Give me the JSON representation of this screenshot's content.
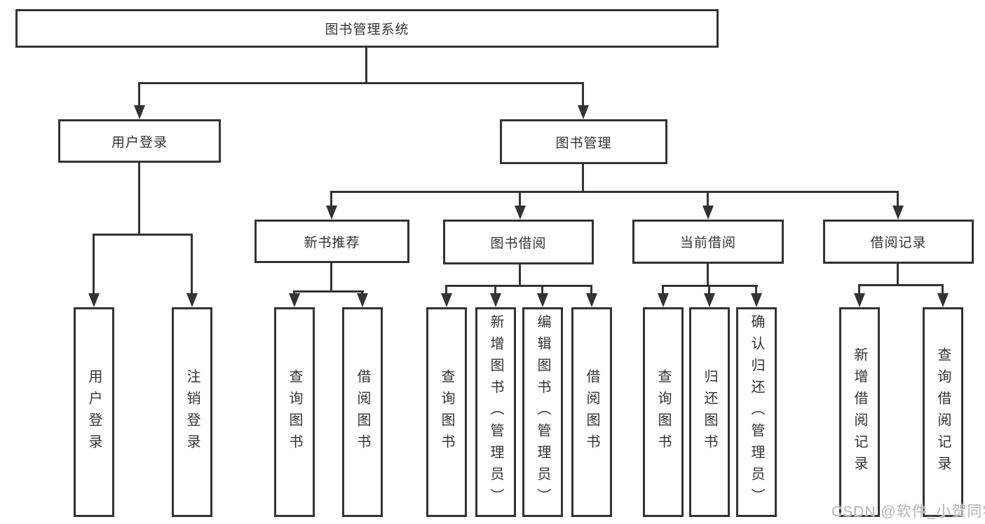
{
  "title": "图书管理系统",
  "tree": {
    "label": "图书管理系统",
    "children": [
      {
        "label": "用户登录",
        "children": [
          {
            "label": "用户登录"
          },
          {
            "label": "注销登录"
          }
        ]
      },
      {
        "label": "图书管理",
        "children": [
          {
            "label": "新书推荐",
            "children": [
              {
                "label": "查询图书"
              },
              {
                "label": "借阅图书"
              }
            ]
          },
          {
            "label": "图书借阅",
            "children": [
              {
                "label": "查询图书"
              },
              {
                "label": "新增图书（管理员）"
              },
              {
                "label": "编辑图书（管理员）"
              },
              {
                "label": "借阅图书"
              }
            ]
          },
          {
            "label": "当前借阅",
            "children": [
              {
                "label": "查询图书"
              },
              {
                "label": "归还图书"
              },
              {
                "label": "确认归还（管理员）"
              }
            ]
          },
          {
            "label": "借阅记录",
            "children": [
              {
                "label": "新增借阅记录"
              },
              {
                "label": "查询借阅记录"
              }
            ]
          }
        ]
      }
    ]
  },
  "watermark": "CSDN @软件_小贺同学",
  "colors": {
    "line": "#333333",
    "text": "#333333",
    "watermark": "#b4b4b4",
    "background": "#ffffff"
  }
}
